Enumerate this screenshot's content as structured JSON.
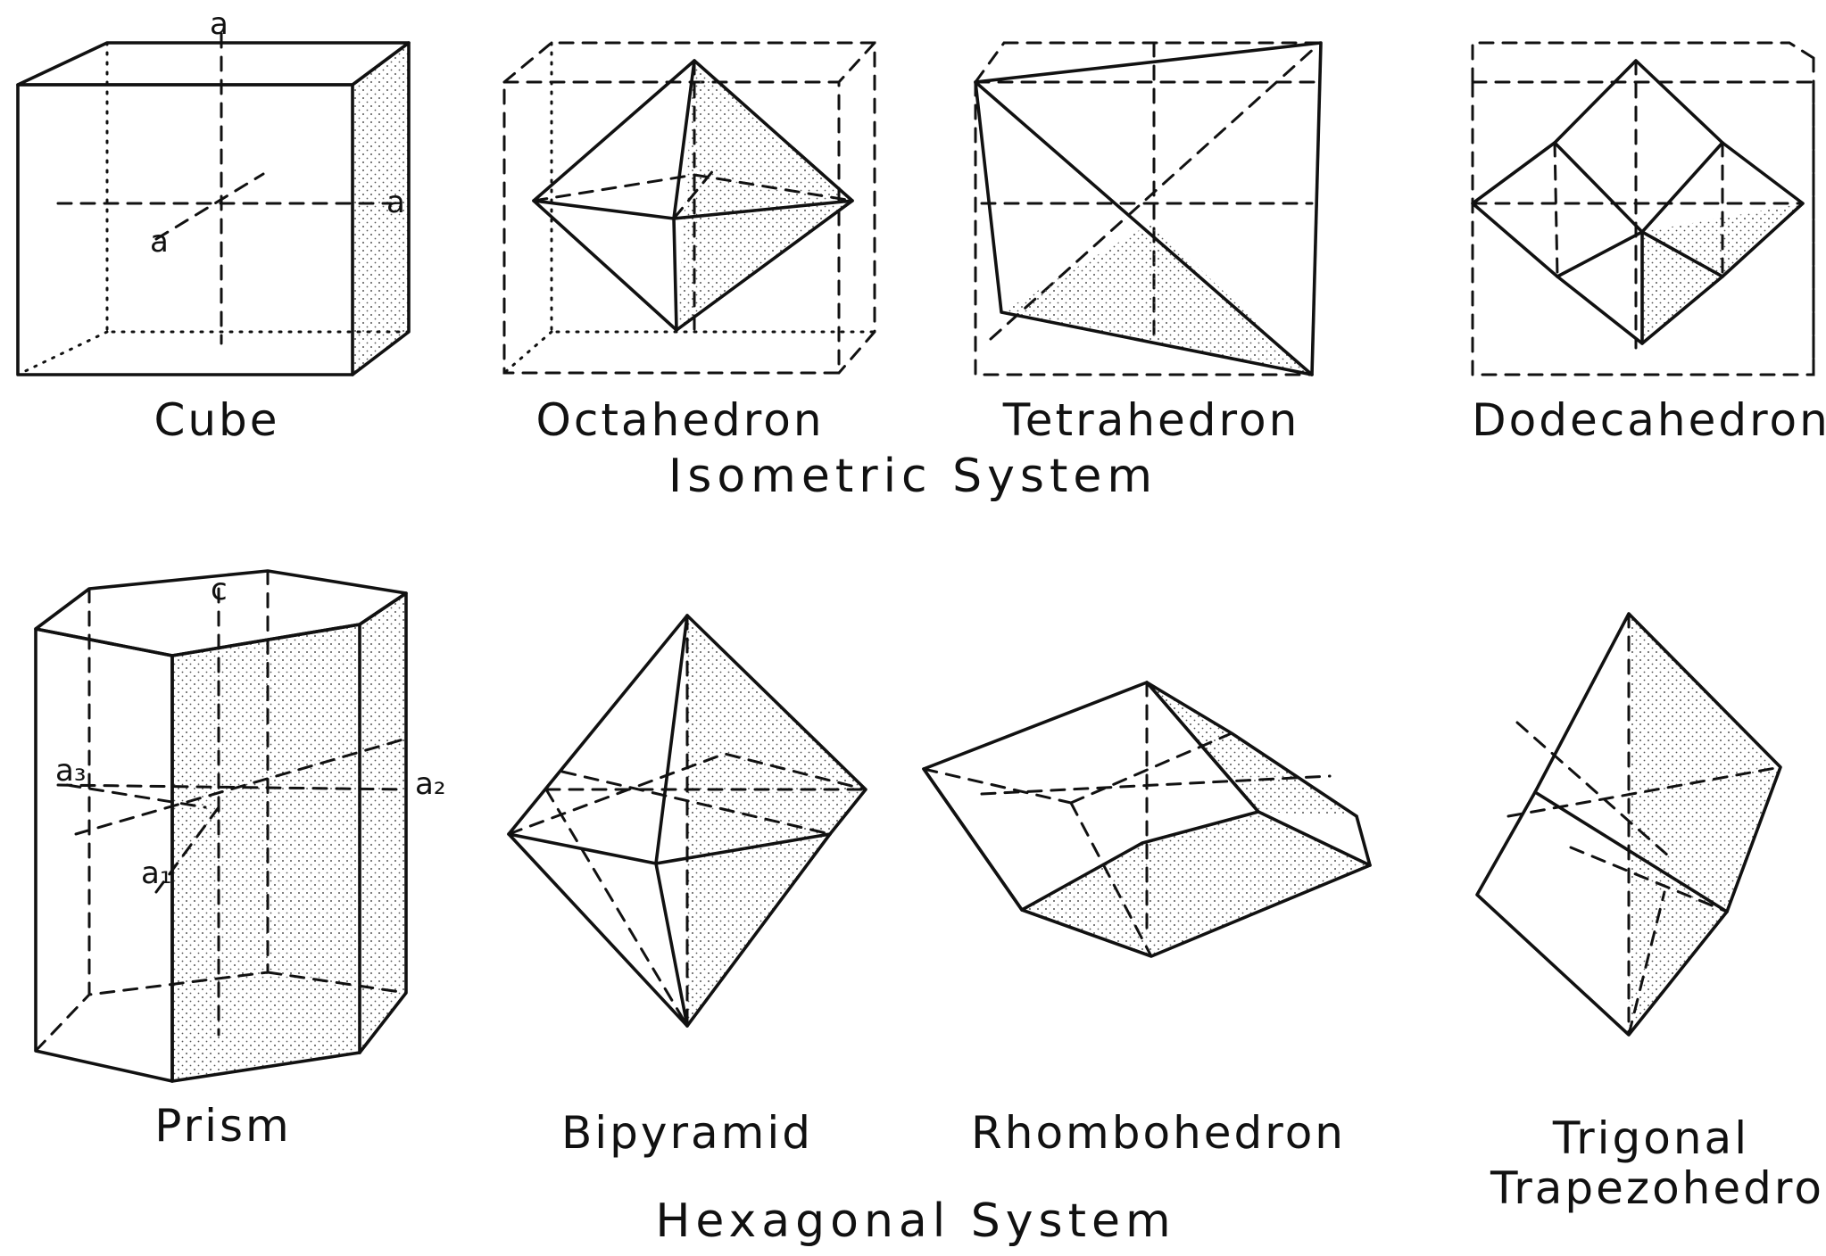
{
  "isometric": {
    "system_label": "Isometric System",
    "forms": [
      {
        "name": "Cube",
        "axis_labels": [
          "a",
          "a",
          "a"
        ]
      },
      {
        "name": "Octahedron"
      },
      {
        "name": "Tetrahedron"
      },
      {
        "name": "Dodecahedron"
      }
    ]
  },
  "hexagonal": {
    "system_label": "Hexagonal System",
    "forms": [
      {
        "name": "Prism",
        "axis_labels": [
          "c",
          "a₃",
          "a₂",
          "a₁"
        ]
      },
      {
        "name": "Bipyramid"
      },
      {
        "name": "Rhombohedron"
      },
      {
        "name": "Trigonal Trapezohedron"
      }
    ]
  }
}
